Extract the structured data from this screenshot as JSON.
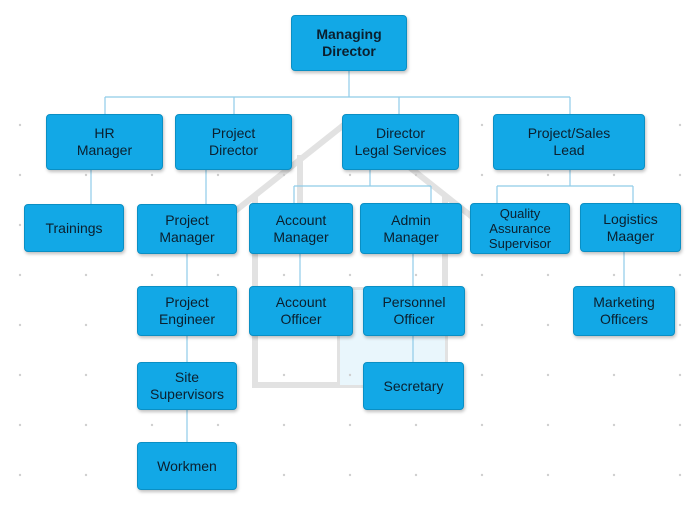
{
  "colors": {
    "box_fill": "#12a8e6",
    "box_border": "#0a8fc4",
    "text": "#0b1f2e",
    "connector": "#8fcce8",
    "watermark": "#e2e2e2"
  },
  "nodes": {
    "managing_director": "Managing\nDirector",
    "hr_manager": "HR\nManager",
    "project_director": "Project\nDirector",
    "director_legal": "Director\nLegal Services",
    "project_sales_lead": "Project/Sales\nLead",
    "trainings": "Trainings",
    "project_manager": "Project\nManager",
    "account_manager": "Account\nManager",
    "admin_manager": "Admin\nManager",
    "qa_supervisor": "Quality\nAssurance\nSupervisor",
    "logistics_manager": "Logistics\nMaager",
    "project_engineer": "Project\nEngineer",
    "account_officer": "Account\nOfficer",
    "personnel_officer": "Personnel\nOfficer",
    "marketing_officers": "Marketing\nOfficers",
    "site_supervisors": "Site\nSupervisors",
    "secretary": "Secretary",
    "workmen": "Workmen"
  }
}
